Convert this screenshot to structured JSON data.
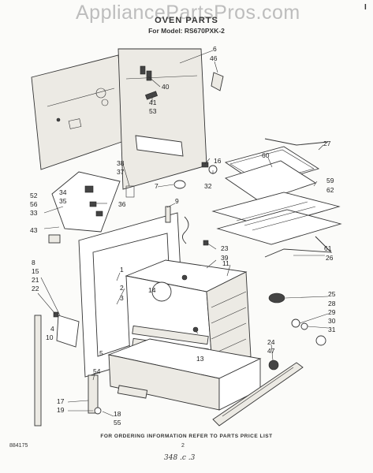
{
  "watermark": "AppliancePartsPros.com",
  "header": {
    "title": "OVEN PARTS",
    "model_line": "For Model: RS670PXK-2",
    "corner_mark": "I"
  },
  "footer": {
    "note": "FOR ORDERING INFORMATION REFER TO PARTS PRICE LIST",
    "code": "884175",
    "page_number": "2",
    "handwritten": "348 .c .3"
  },
  "callouts": {
    "c6": "6",
    "c46": "46",
    "c40": "40",
    "c41": "41",
    "c53": "53",
    "c38": "38",
    "c37": "37",
    "c7": "7",
    "c16": "16",
    "c60": "60",
    "c27": "27",
    "c32": "32",
    "c59": "59",
    "c62": "62",
    "c34": "34",
    "c35": "35",
    "c36": "36",
    "c52": "52",
    "c56": "56",
    "c33": "33",
    "c43": "43",
    "c9": "9",
    "c23": "23",
    "c39": "39",
    "c11": "11",
    "c61": "61",
    "c26": "26",
    "c8": "8",
    "c15": "15",
    "c21": "21",
    "c22": "22",
    "c1": "1",
    "c2": "2",
    "c3": "3",
    "c14": "14",
    "c25": "25",
    "c28": "28",
    "c29": "29",
    "c30": "30",
    "c31": "31",
    "c4": "4",
    "c10": "10",
    "c5": "5",
    "c13": "13",
    "c24": "24",
    "c47": "47",
    "c54": "54",
    "c17": "17",
    "c19": "19",
    "c18": "18",
    "c55": "55"
  }
}
